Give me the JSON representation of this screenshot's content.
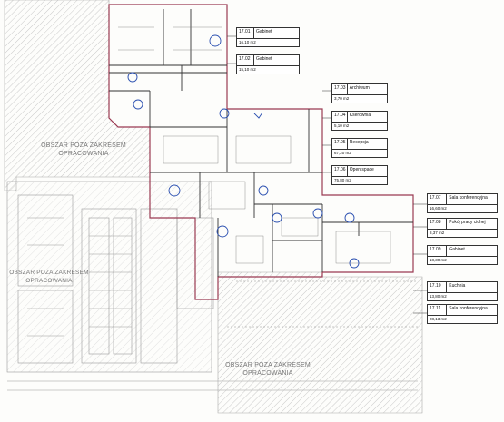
{
  "outside_areas": [
    {
      "id": "top-left",
      "lines": [
        "OBSZAR POZA ZAKRESEM",
        "OPRACOWANIA"
      ]
    },
    {
      "id": "middle-left",
      "lines": [
        "OBSZAR POZA ZAKRESEM",
        "OPRACOWANIA"
      ]
    },
    {
      "id": "bottom",
      "lines": [
        "OBSZAR POZA ZAKRESEM",
        "OPRACOWANIA"
      ]
    }
  ],
  "rooms": [
    {
      "number": "17.01",
      "name": "Gabinet",
      "area": "16,10 m2"
    },
    {
      "number": "17.02",
      "name": "Gabinet",
      "area": "15,10 m2"
    },
    {
      "number": "17.03",
      "name": "Archiwum",
      "area": "3,70 m2"
    },
    {
      "number": "17.04",
      "name": "Kserownia",
      "area": "5,10 m2"
    },
    {
      "number": "17.05",
      "name": "Recepcja",
      "area": "67,20 m2"
    },
    {
      "number": "17.06",
      "name": "Open space",
      "area": "75,80 m2"
    },
    {
      "number": "17.07",
      "name": "Sala konferencyjna",
      "area": "16,60 m2"
    },
    {
      "number": "17.08",
      "name": "Pokój pracy cichej",
      "area": "8,37 m2"
    },
    {
      "number": "17.09",
      "name": "Gabinet",
      "area": "18,30 m2"
    },
    {
      "number": "17.10",
      "name": "Kuchnia",
      "area": "13,80 m2"
    },
    {
      "number": "17.11",
      "name": "Sala konferencyjna",
      "area": "28,13 m2"
    }
  ],
  "colors": {
    "wall": "#333333",
    "hatch": "#b8b8b8",
    "redline": "#9a3a52",
    "annotation": "#2a4fb0",
    "faded": "#9a9a9a"
  }
}
